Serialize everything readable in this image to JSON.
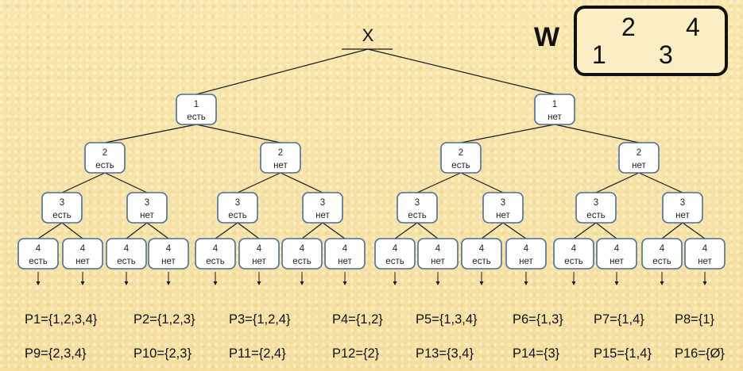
{
  "root_label": "X",
  "w_block": {
    "letter": "W",
    "numbers": [
      "1",
      "2",
      "3",
      "4"
    ]
  },
  "tree": {
    "level1": [
      {
        "num": "1",
        "label": "есть"
      },
      {
        "num": "1",
        "label": "нет"
      }
    ],
    "level2": [
      {
        "num": "2",
        "label": "есть"
      },
      {
        "num": "2",
        "label": "нет"
      },
      {
        "num": "2",
        "label": "есть"
      },
      {
        "num": "2",
        "label": "нет"
      }
    ],
    "level3": [
      {
        "num": "3",
        "label": "есть"
      },
      {
        "num": "3",
        "label": "нет"
      },
      {
        "num": "3",
        "label": "есть"
      },
      {
        "num": "3",
        "label": "нет"
      },
      {
        "num": "3",
        "label": "есть"
      },
      {
        "num": "3",
        "label": "нет"
      },
      {
        "num": "3",
        "label": "есть"
      },
      {
        "num": "3",
        "label": "нет"
      }
    ],
    "level4": [
      {
        "num": "4",
        "label": "есть"
      },
      {
        "num": "4",
        "label": "нет"
      },
      {
        "num": "4",
        "label": "есть"
      },
      {
        "num": "4",
        "label": "нет"
      },
      {
        "num": "4",
        "label": "есть"
      },
      {
        "num": "4",
        "label": "нет"
      },
      {
        "num": "4",
        "label": "есть"
      },
      {
        "num": "4",
        "label": "нет"
      },
      {
        "num": "4",
        "label": "есть"
      },
      {
        "num": "4",
        "label": "нет"
      },
      {
        "num": "4",
        "label": "есть"
      },
      {
        "num": "4",
        "label": "нет"
      },
      {
        "num": "4",
        "label": "есть"
      },
      {
        "num": "4",
        "label": "нет"
      },
      {
        "num": "4",
        "label": "есть"
      },
      {
        "num": "4",
        "label": "нет"
      }
    ]
  },
  "subsets_row1": [
    "P1={1,2,3,4}",
    "P2={1,2,3}",
    "P3={1,2,4}",
    "P4={1,2}",
    "P5={1,3,4}",
    "P6={1,3}",
    "P7={1,4}",
    "P8={1}"
  ],
  "subsets_row2": [
    "P9={2,3,4}",
    "P10={2,3}",
    "P11={2,4}",
    "P12={2}",
    "P13={3,4}",
    "P14={3}",
    "P15={1,4}",
    "P16={Ø}"
  ]
}
